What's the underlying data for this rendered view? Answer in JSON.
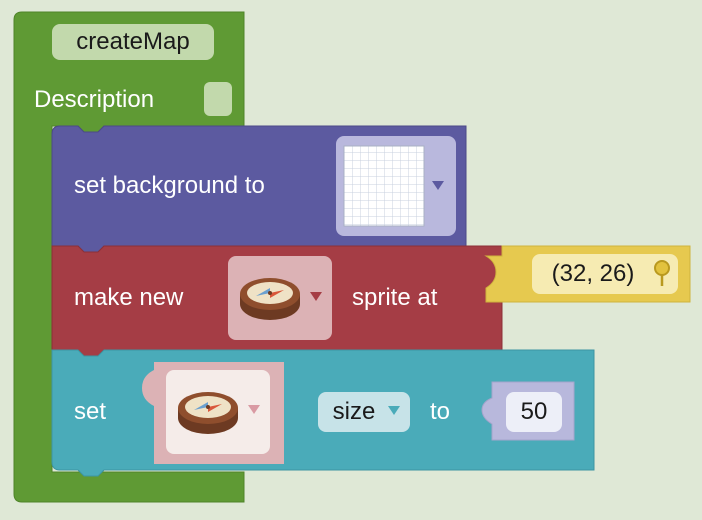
{
  "function_block": {
    "name": "createMap",
    "description_label": "Description",
    "color": "#5f9a34"
  },
  "background_block": {
    "label": "set background to",
    "color": "#5c5aa0",
    "field_value_icon": "grid-icon"
  },
  "sprite_block": {
    "label_before": "make new",
    "label_after": "sprite at",
    "color": "#a53d45",
    "sprite_icon": "compass-icon",
    "location_value": "(32, 26)",
    "location_color": "#e6c94f",
    "location_icon": "pin-icon"
  },
  "set_property_block": {
    "label_set": "set",
    "property": "size",
    "label_to": "to",
    "value": "50",
    "color": "#4aabb9",
    "sprite_icon": "compass-icon"
  }
}
